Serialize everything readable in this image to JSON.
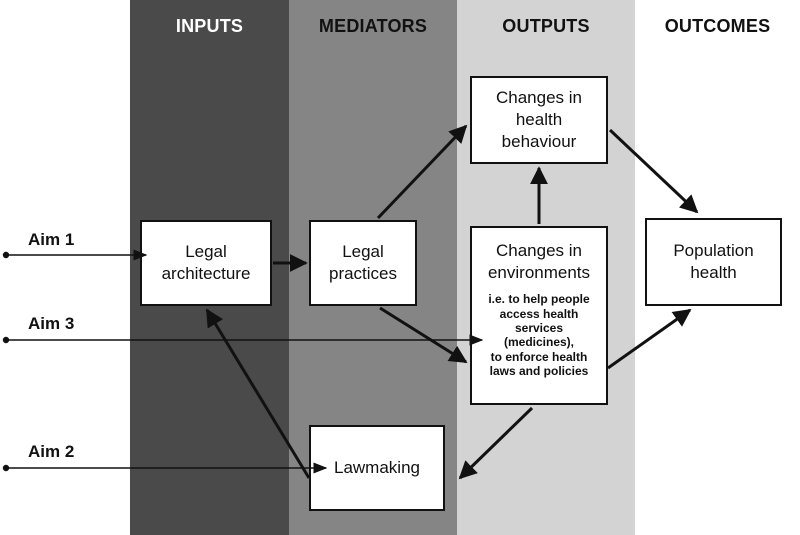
{
  "columns": {
    "inputs": "INPUTS",
    "mediators": "MEDIATORS",
    "outputs": "OUTPUTS",
    "outcomes": "OUTCOMES"
  },
  "boxes": {
    "legal_architecture": [
      "Legal",
      "architecture"
    ],
    "legal_practices": [
      "Legal",
      "practices"
    ],
    "lawmaking": "Lawmaking",
    "health_behaviour": [
      "Changes in",
      "health",
      "behaviour"
    ],
    "environments": [
      "Changes in",
      "environments"
    ],
    "environments_note": [
      "i.e. to help people",
      "access health",
      "services",
      "(medicines),",
      "to enforce health",
      "laws and policies"
    ],
    "population_health": [
      "Population",
      "health"
    ]
  },
  "aims": {
    "aim1": "Aim 1",
    "aim2": "Aim 2",
    "aim3": "Aim 3"
  }
}
